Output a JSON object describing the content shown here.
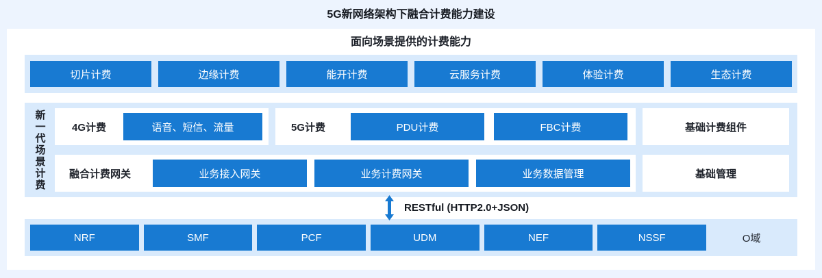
{
  "page": {
    "title": "5G新网络架构下融合计费能力建设"
  },
  "capabilities": {
    "title": "面向场景提供的计费能力",
    "items": [
      "切片计费",
      "边缘计费",
      "能开计费",
      "云服务计费",
      "体验计费",
      "生态计费"
    ]
  },
  "scenario_billing": {
    "vertical_label": "新一代场景计费",
    "row1": {
      "group_4g": {
        "label": "4G计费",
        "items": [
          "语音、短信、流量"
        ]
      },
      "group_5g": {
        "label": "5G计费",
        "items": [
          "PDU计费",
          "FBC计费"
        ]
      },
      "side": "基础计费组件"
    },
    "row2": {
      "gateway": {
        "label": "融合计费网关",
        "items": [
          "业务接入网关",
          "业务计费网关",
          "业务数据管理"
        ]
      },
      "side": "基础管理"
    }
  },
  "interface": {
    "label": "RESTful (HTTP2.0+JSON)",
    "arrow_icon": "double-vertical-arrow"
  },
  "network_functions": {
    "items": [
      "NRF",
      "SMF",
      "PCF",
      "UDM",
      "NEF",
      "NSSF"
    ],
    "domain_label": "O域"
  },
  "colors": {
    "page_background": "#EDF4FE",
    "panel_background": "#FFFFFF",
    "band_background": "#D9EAFC",
    "accent_blue": "#187AD2",
    "text_dark": "#1B1F27",
    "text_on_blue": "#FFFFFF"
  }
}
